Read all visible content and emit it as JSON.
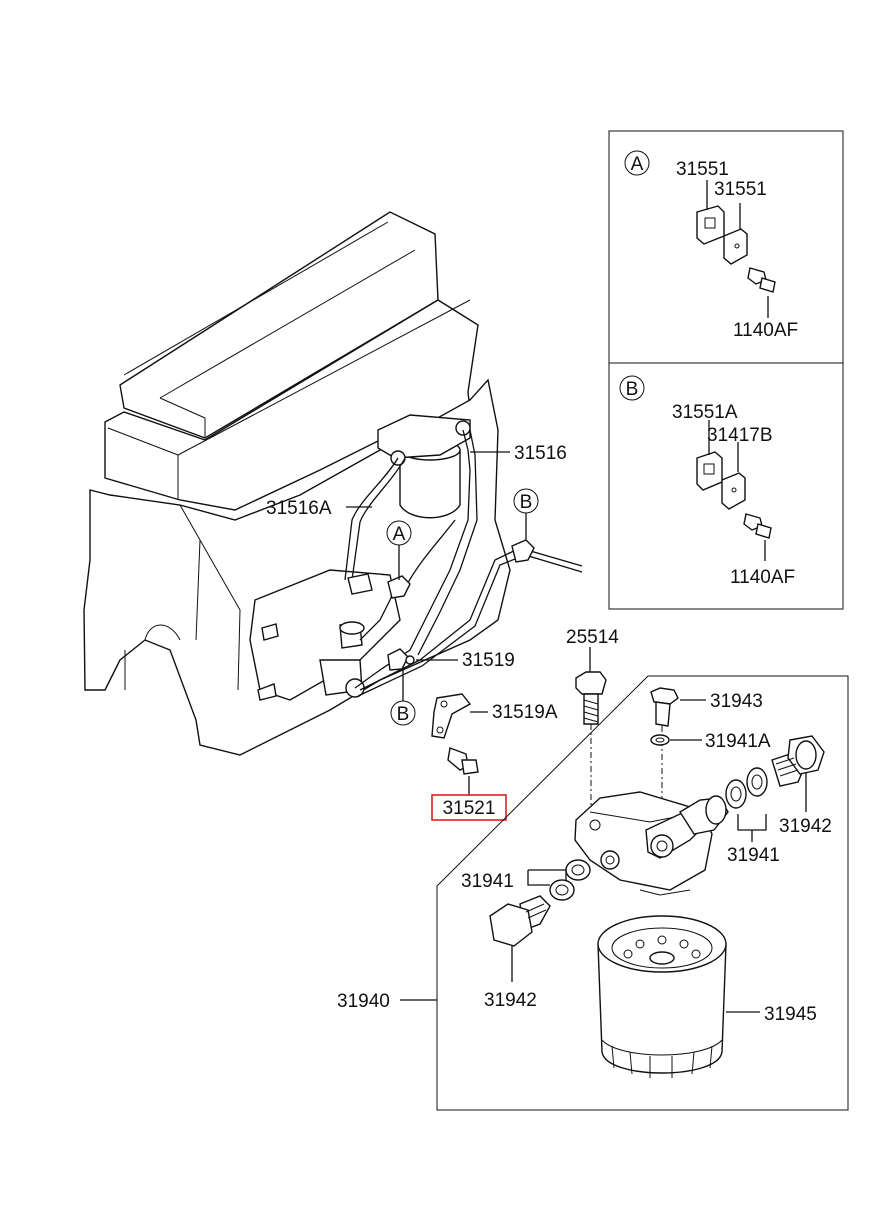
{
  "labels": {
    "p31551_a1": "31551",
    "p31551_a2": "31551",
    "p1140af_a": "1140AF",
    "p31551a": "31551A",
    "p31417b": "31417B",
    "p1140af_b": "1140AF",
    "p31516": "31516",
    "p31516a": "31516A",
    "p31519": "31519",
    "p31519a": "31519A",
    "p31521": "31521",
    "p25514": "25514",
    "p31943": "31943",
    "p31941a": "31941A",
    "p31942_r": "31942",
    "p31941_r": "31941",
    "p31941_l": "31941",
    "p31942_l": "31942",
    "p31940": "31940",
    "p31945": "31945"
  },
  "callouts": {
    "a_inset": "A",
    "b_inset": "B",
    "a_main": "A",
    "b_main_top": "B",
    "b_main_bottom": "B"
  },
  "highlight": {
    "part": "31521",
    "color": "#e0201f"
  }
}
